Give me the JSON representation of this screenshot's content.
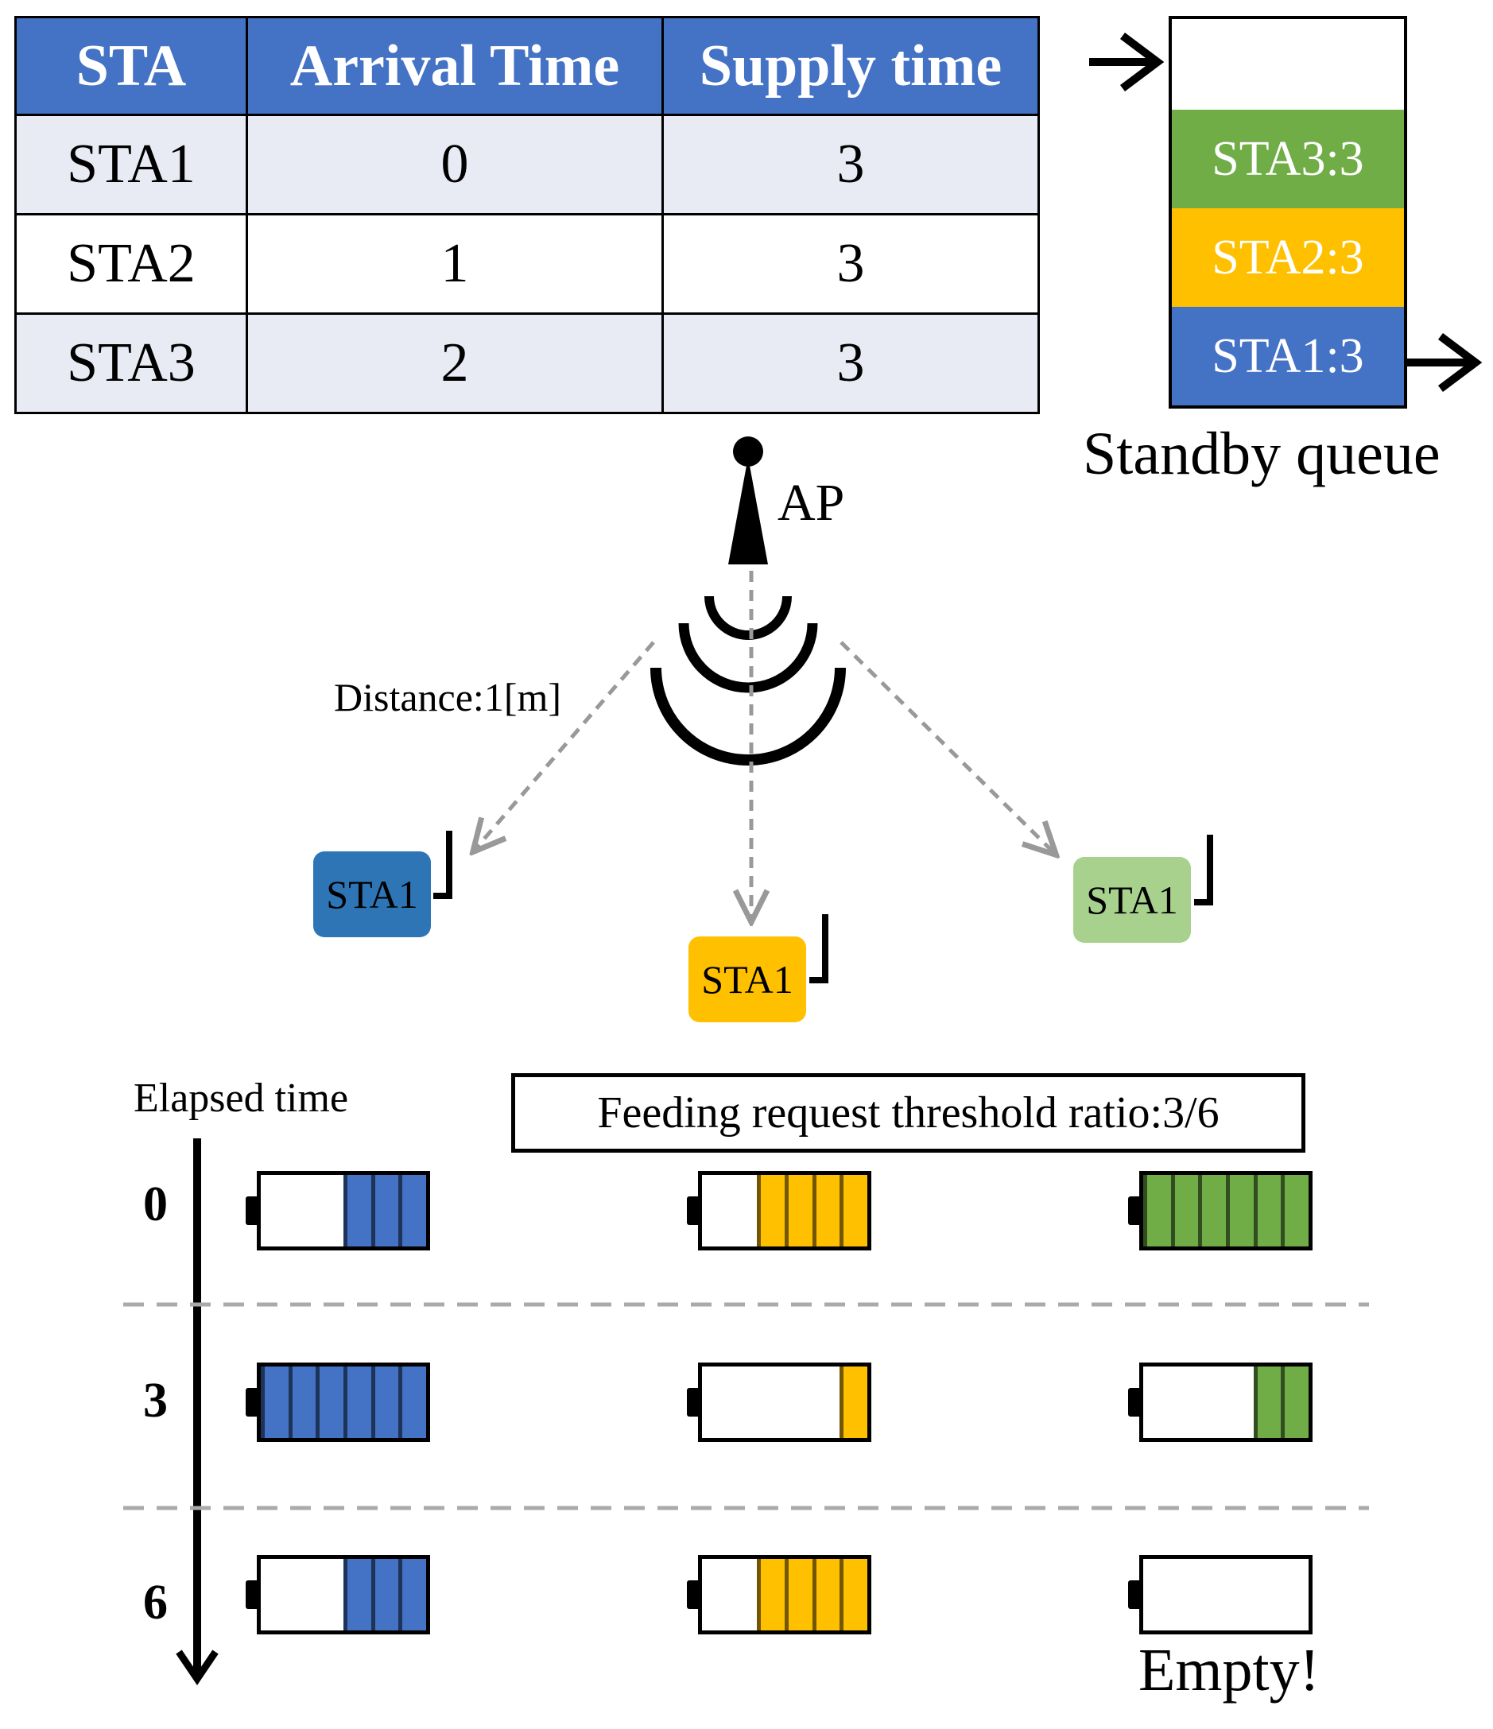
{
  "table": {
    "headers": [
      "STA",
      "Arrival Time",
      "Supply time"
    ],
    "rows": [
      [
        "STA1",
        "0",
        "3"
      ],
      [
        "STA2",
        "1",
        "3"
      ],
      [
        "STA3",
        "2",
        "3"
      ]
    ]
  },
  "queue": {
    "label": "Standby queue",
    "items": [
      {
        "label": "STA3:3",
        "color": "#70AD47"
      },
      {
        "label": "STA2:3",
        "color": "#FFC000"
      },
      {
        "label": "STA1:3",
        "color": "#4472C4"
      }
    ]
  },
  "ap": {
    "label": "AP"
  },
  "distance_label": "Distance:1[m]",
  "stations": [
    {
      "label": "STA1",
      "color": "#2E75B6"
    },
    {
      "label": "STA1",
      "color": "#FFC000"
    },
    {
      "label": "STA1",
      "color": "#A9D18E"
    }
  ],
  "timeline": {
    "label": "Elapsed time",
    "ticks": [
      "0",
      "3",
      "6"
    ]
  },
  "threshold_label": "Feeding request threshold ratio:3/6",
  "batteries": {
    "capacity": 6,
    "colors": [
      "#4472C4",
      "#FFC000",
      "#70AD47"
    ],
    "levels": [
      [
        3,
        4,
        6
      ],
      [
        6,
        1,
        2
      ],
      [
        3,
        4,
        0
      ]
    ]
  },
  "empty_label": "Empty!"
}
